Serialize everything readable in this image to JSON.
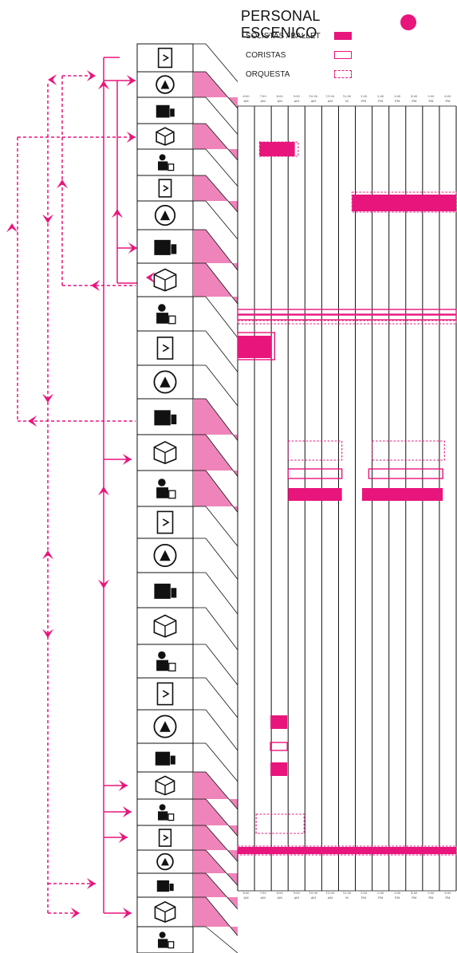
{
  "title": "PERSONAL ESCENICO",
  "legend": [
    {
      "label": "SOLISTAS / BALLET",
      "style": "solid"
    },
    {
      "label": "CORISTAS",
      "style": "outline"
    },
    {
      "label": "ORQUESTA",
      "style": "dashed"
    }
  ],
  "time_labels": [
    [
      "6:00",
      "AM"
    ],
    [
      "7:00",
      "AM"
    ],
    [
      "8:00",
      "AM"
    ],
    [
      "9:00",
      "AM"
    ],
    [
      "10:00",
      "AM"
    ],
    [
      "11:00",
      "AM"
    ],
    [
      "12:00",
      "M"
    ],
    [
      "1:00",
      "PM"
    ],
    [
      "2:00",
      "PM"
    ],
    [
      "3:00",
      "PM"
    ],
    [
      "4:00",
      "PM"
    ],
    [
      "5:00",
      "PM"
    ],
    [
      "6:00",
      "PM"
    ]
  ],
  "rooms": [
    {
      "icon": "entrance-door-icon",
      "highlight": false
    },
    {
      "icon": "dressing-door-icon",
      "highlight": true
    },
    {
      "icon": "door-person-icon",
      "highlight": false
    },
    {
      "icon": "theater-masks-icon",
      "highlight": true
    },
    {
      "icon": "shared-dressing-icon",
      "highlight": false
    },
    {
      "icon": "dressing-toilet-icon",
      "highlight": true
    },
    {
      "icon": "storefront-icon",
      "highlight": false
    },
    {
      "icon": "coffee-cup-icon",
      "highlight": true
    },
    {
      "icon": "exit-door-icon",
      "highlight": true
    },
    {
      "icon": "rehearsal-circle-icon",
      "highlight": false
    },
    {
      "icon": "rehearsal-toilet-icon",
      "highlight": false
    },
    {
      "icon": "workshop-desk-icon",
      "highlight": false
    },
    {
      "icon": "box-wrench-icon",
      "highlight": true
    },
    {
      "icon": "box-gears-icon",
      "highlight": true
    },
    {
      "icon": "box-tool-icon",
      "highlight": true
    },
    {
      "icon": "electric-icon",
      "highlight": false
    },
    {
      "icon": "warehouse-icon",
      "highlight": false
    },
    {
      "icon": "props-icon",
      "highlight": false
    },
    {
      "icon": "warehouse-stack-icon",
      "highlight": false
    },
    {
      "icon": "fountain-icon",
      "highlight": false
    },
    {
      "icon": "spray-icon",
      "highlight": false
    },
    {
      "icon": "stage-icon",
      "highlight": false
    },
    {
      "icon": "person-circle-icon",
      "highlight": false
    },
    {
      "icon": "office-person-icon",
      "highlight": true
    },
    {
      "icon": "office-building-icon",
      "highlight": true
    },
    {
      "icon": "office-clock-icon",
      "highlight": true
    },
    {
      "icon": "office-hand-icon",
      "highlight": true
    },
    {
      "icon": "loading-truck-icon",
      "highlight": true
    },
    {
      "icon": "service-toilet-icon",
      "highlight": true
    },
    {
      "icon": "meeting-desk-icon",
      "highlight": false
    }
  ],
  "colors": {
    "accent": "#e8157c",
    "fill": "#ee84ba",
    "stroke": "#111111"
  }
}
